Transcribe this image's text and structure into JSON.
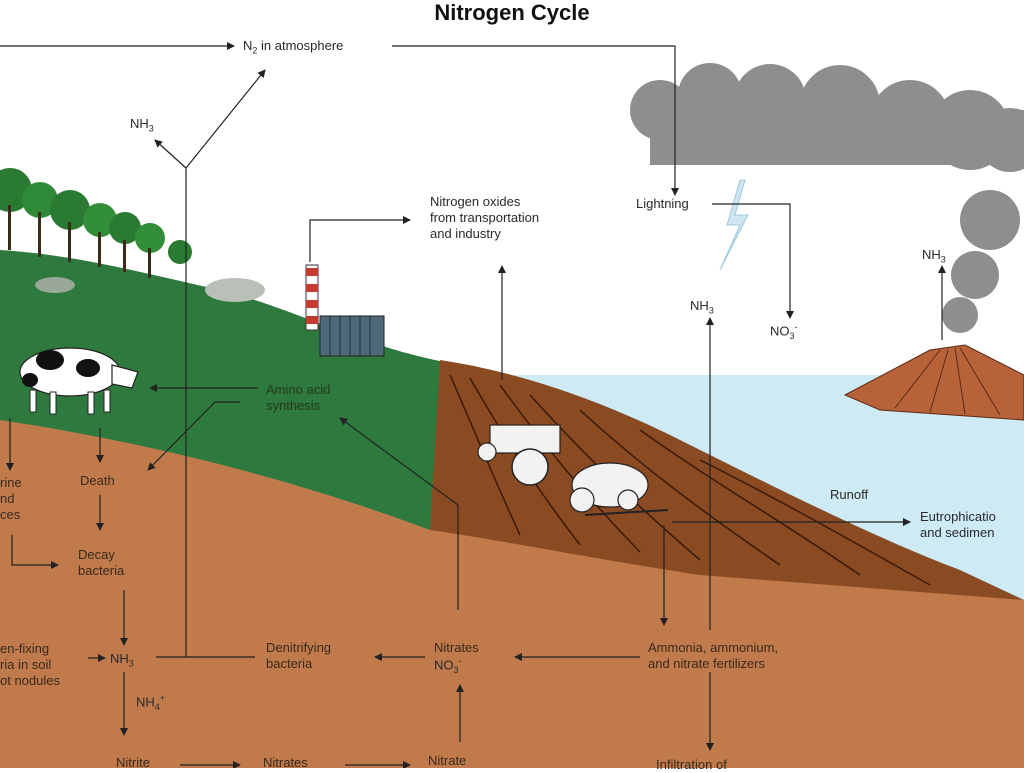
{
  "title": "Nitrogen Cycle",
  "colors": {
    "soil": "#c07a4c",
    "grass": "#2e7a3e",
    "plowed": "#8a4a22",
    "water": "#cdeaf5",
    "cloud": "#8e8e8e",
    "volcano": "#b8623a",
    "arrow": "#222222"
  },
  "labels": {
    "n2_atmosphere": {
      "base": "N",
      "sub": "2",
      "rest": " in atmosphere"
    },
    "nh3_top": {
      "base": "NH",
      "sub": "3"
    },
    "nitrogen_oxides": "Nitrogen oxides\nfrom transportation\nand industry",
    "lightning": "Lightning",
    "nh3_volcano": {
      "base": "NH",
      "sub": "3"
    },
    "nh3_mid": {
      "base": "NH",
      "sub": "3"
    },
    "no3_lightning": {
      "base": "NO",
      "sub": "3",
      "sup": "-"
    },
    "amino_acid": "Amino acid\nsynthesis",
    "urine": "rine\nnd\nces",
    "death": "Death",
    "decay": "Decay\nbacteria",
    "runoff": "Runoff",
    "eutrophication": "Eutrophicatio\nand sedimen",
    "fixing": "en-fixing\nria in soil\not nodules",
    "nh3_soil": {
      "base": "NH",
      "sub": "3"
    },
    "denitrifying": "Denitrifying\nbacteria",
    "nitrates": "Nitrates",
    "no3_soil": {
      "base": "NO",
      "sub": "3",
      "sup": "-"
    },
    "fertilizers": "Ammonia, ammonium,\nand nitrate fertilizers",
    "nh4": {
      "base": "NH",
      "sub": "4",
      "sup": "+"
    },
    "nitrite": "Nitrite",
    "nitrates_bottom": "Nitrates",
    "nitrate_bottom": "Nitrate",
    "infiltration": "Infiltration of"
  }
}
